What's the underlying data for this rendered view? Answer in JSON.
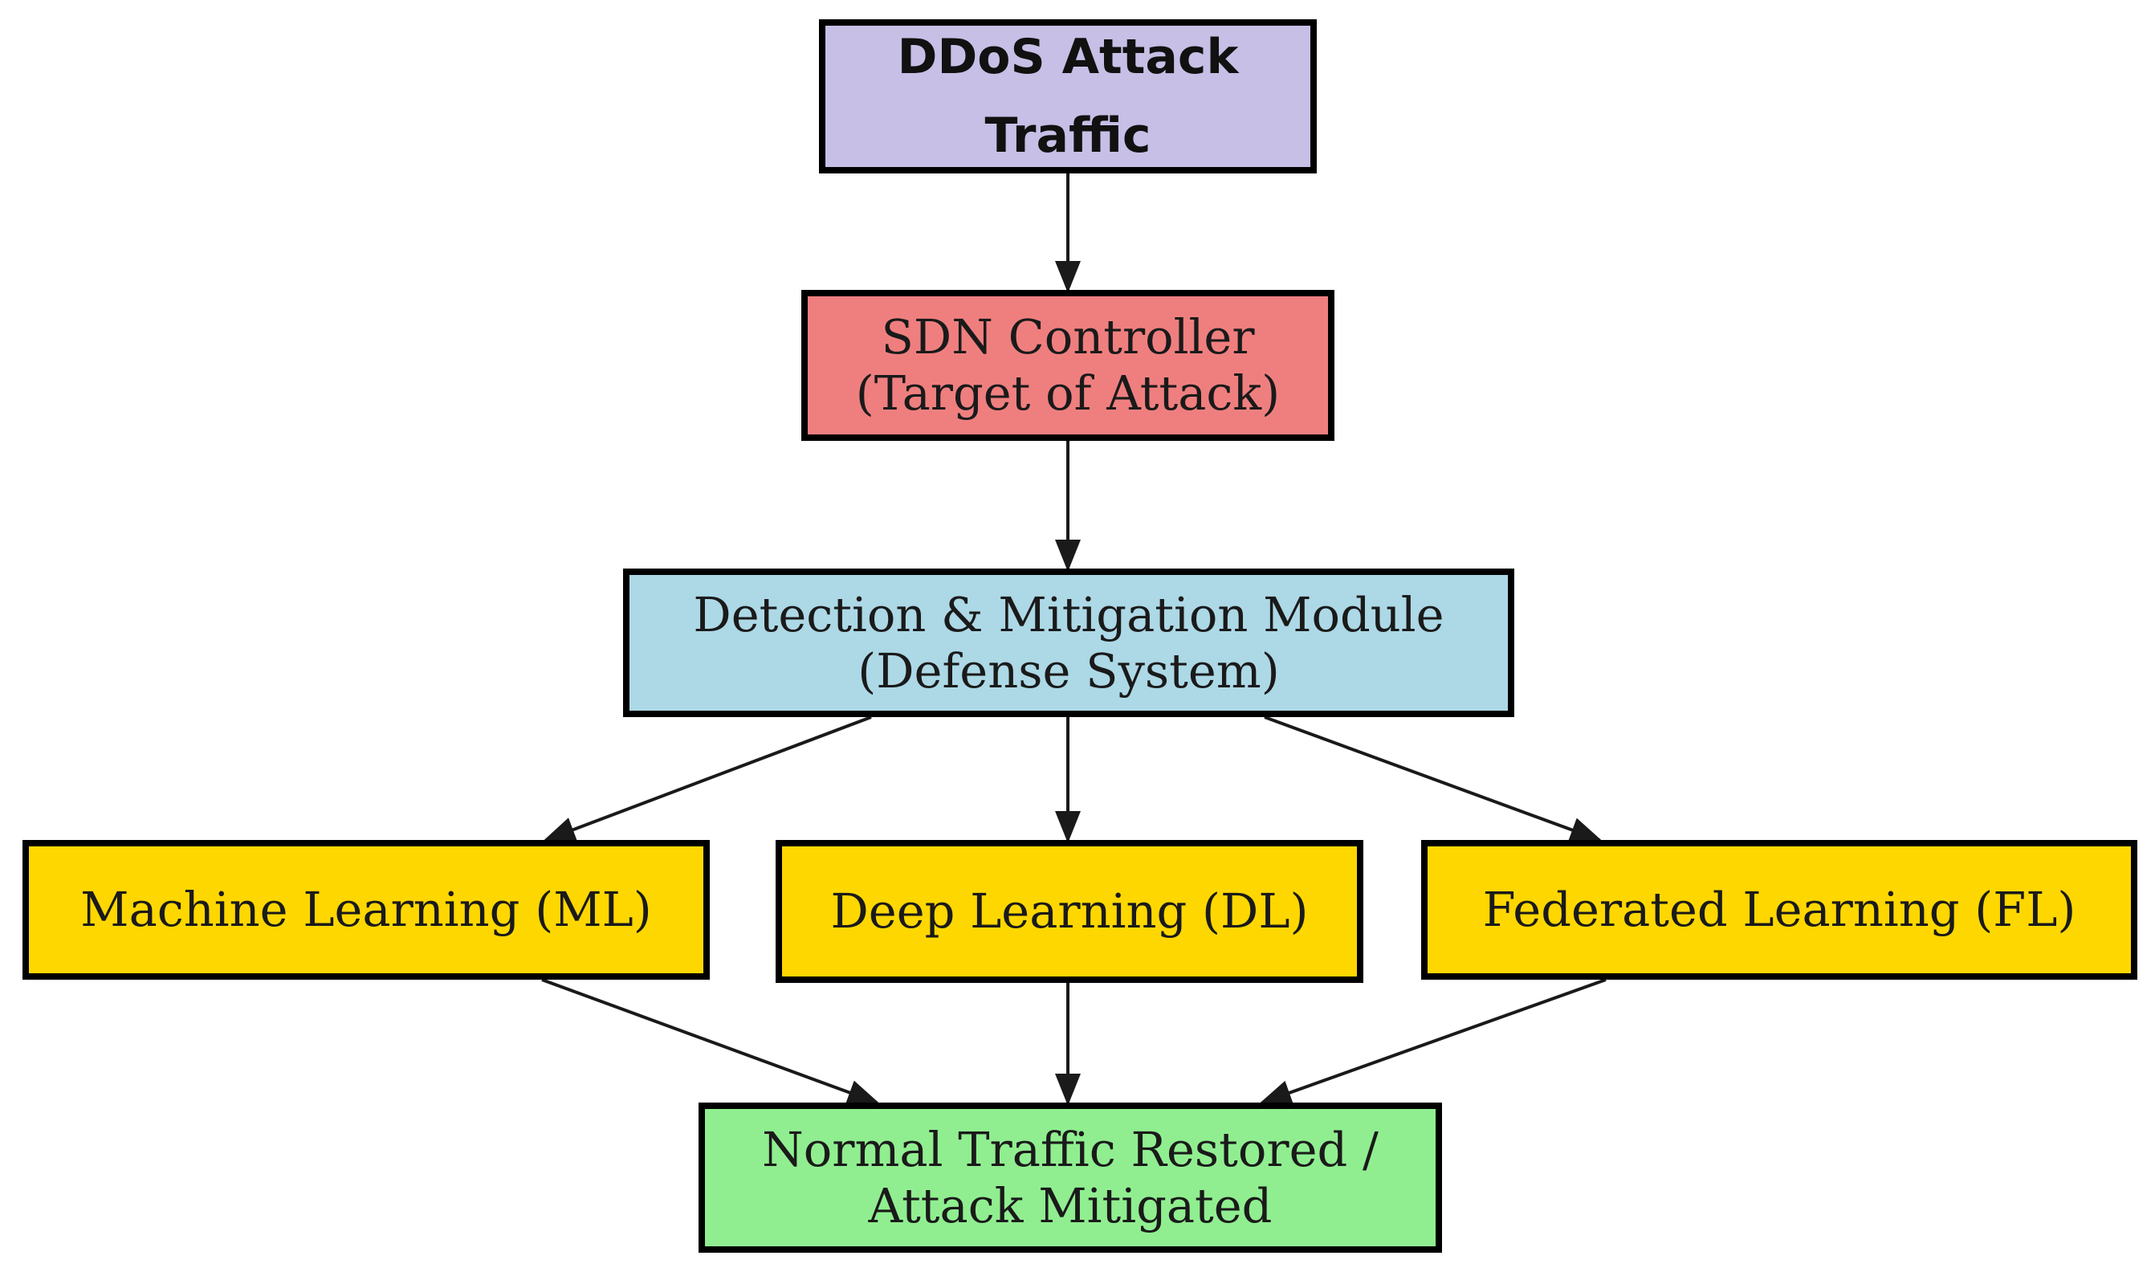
{
  "colors": {
    "attack": "#c7bfe6",
    "controller": "#ef7f7f",
    "defense": "#add8e6",
    "learning": "#ffd700",
    "restored": "#90ee90",
    "border": "#000000",
    "arrow": "#1a1a1a"
  },
  "nodes": {
    "attack": {
      "lines": [
        "DDoS Attack",
        "Traffic"
      ]
    },
    "controller": {
      "lines": [
        "SDN Controller",
        "(Target of Attack)"
      ]
    },
    "defense": {
      "lines": [
        "Detection & Mitigation Module",
        "(Defense System)"
      ]
    },
    "ml": {
      "lines": [
        "Machine Learning (ML)"
      ]
    },
    "dl": {
      "lines": [
        "Deep Learning (DL)"
      ]
    },
    "fl": {
      "lines": [
        "Federated Learning (FL)"
      ]
    },
    "restored": {
      "lines": [
        "Normal Traffic Restored /",
        "Attack Mitigated"
      ]
    }
  },
  "edges": [
    {
      "from": "attack",
      "to": "controller"
    },
    {
      "from": "controller",
      "to": "defense"
    },
    {
      "from": "defense",
      "to": "ml"
    },
    {
      "from": "defense",
      "to": "dl"
    },
    {
      "from": "defense",
      "to": "fl"
    },
    {
      "from": "ml",
      "to": "restored"
    },
    {
      "from": "dl",
      "to": "restored"
    },
    {
      "from": "fl",
      "to": "restored"
    }
  ]
}
